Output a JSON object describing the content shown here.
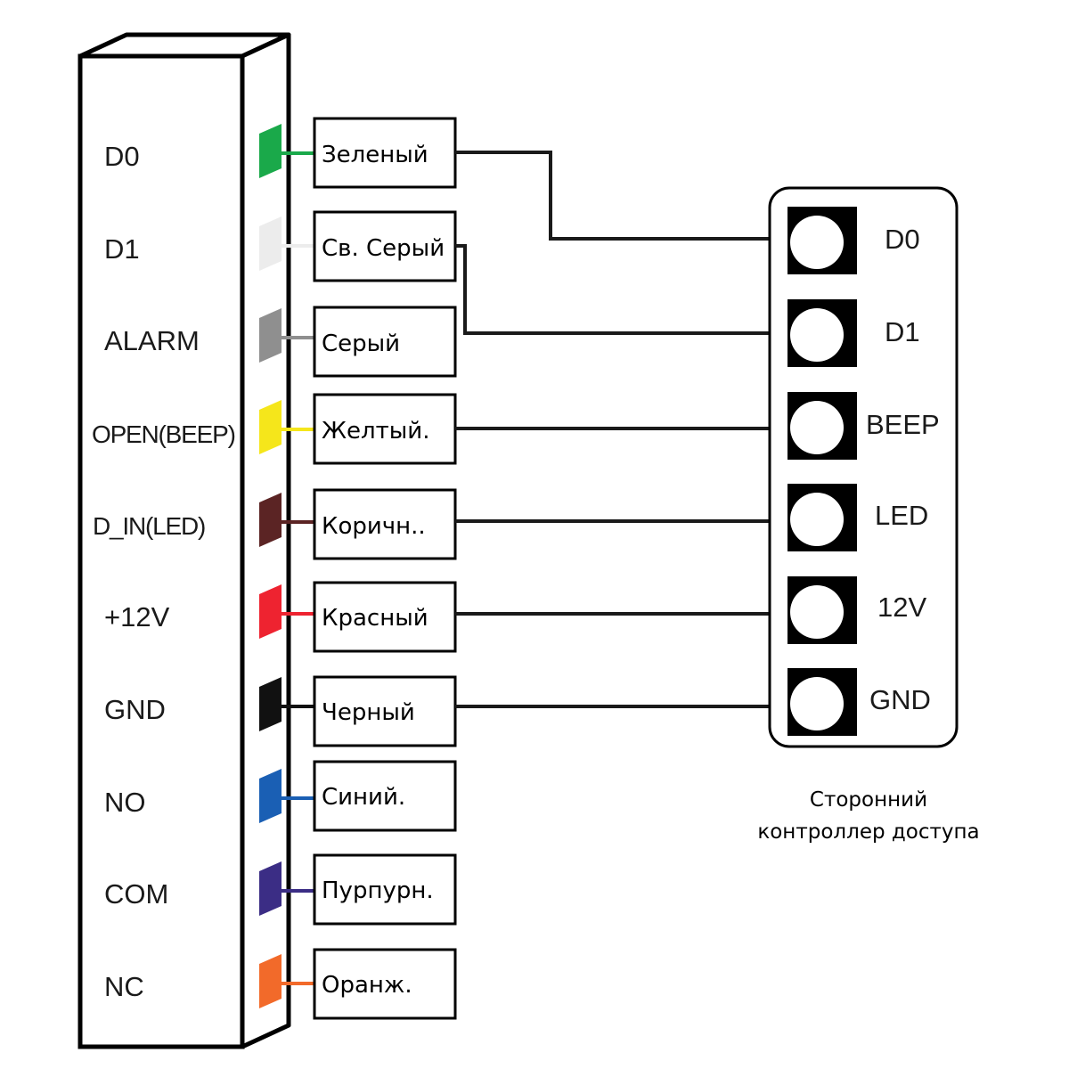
{
  "reader": {
    "pins": [
      {
        "label": "D0",
        "color": "#1aa94a"
      },
      {
        "label": "D1",
        "color": "#ececec"
      },
      {
        "label": "ALARM",
        "color": "#8f8f8f"
      },
      {
        "label": "OPEN(BEEP)",
        "color": "#f5e61b"
      },
      {
        "label": "D_IN(LED)",
        "color": "#5b2424"
      },
      {
        "label": "+12V",
        "color": "#ee2330"
      },
      {
        "label": "GND",
        "color": "#111111"
      },
      {
        "label": "NO",
        "color": "#1a5fb4"
      },
      {
        "label": "COM",
        "color": "#3b2d85"
      },
      {
        "label": "NC",
        "color": "#f26a2a"
      }
    ]
  },
  "wires": [
    {
      "label": "Зеленый"
    },
    {
      "label": "Св. Серый"
    },
    {
      "label": "Серый"
    },
    {
      "label": "Желтый."
    },
    {
      "label": "Коричн.."
    },
    {
      "label": "Красный"
    },
    {
      "label": "Черный"
    },
    {
      "label": "Синий."
    },
    {
      "label": "Пурпурн."
    },
    {
      "label": "Оранж."
    }
  ],
  "controller": {
    "terminals": [
      "D0",
      "D1",
      "BEEP",
      "LED",
      "12V",
      "GND"
    ],
    "caption_line1": "Сторонний",
    "caption_line2": "контроллер доступа"
  },
  "connections": [
    {
      "wire": "Зеленый",
      "terminal": "D0"
    },
    {
      "wire": "Св. Серый",
      "terminal": "D1"
    },
    {
      "wire": "Желтый.",
      "terminal": "BEEP"
    },
    {
      "wire": "Коричн..",
      "terminal": "LED"
    },
    {
      "wire": "Красный",
      "terminal": "12V"
    },
    {
      "wire": "Черный",
      "terminal": "GND"
    }
  ]
}
